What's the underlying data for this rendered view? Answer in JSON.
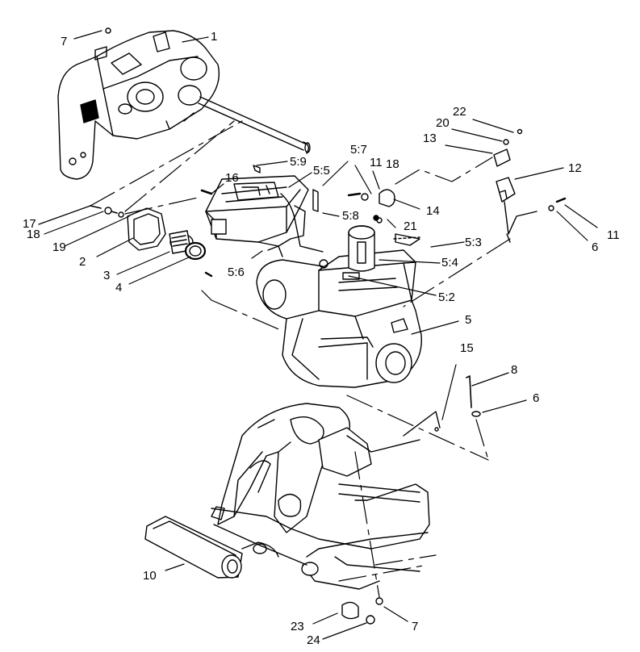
{
  "callouts": {
    "c1": "1",
    "c2": "2",
    "c3": "3",
    "c4": "4",
    "c5": "5",
    "c5_2": "5:2",
    "c5_3": "5:3",
    "c5_4": "5:4",
    "c5_5": "5:5",
    "c5_6": "5:6",
    "c5_7": "5:7",
    "c5_8": "5:8",
    "c5_9": "5:9",
    "c6a": "6",
    "c6b": "6",
    "c7a": "7",
    "c7b": "7",
    "c8": "8",
    "c10": "10",
    "c11a": "11",
    "c11b": "11",
    "c12": "12",
    "c13": "13",
    "c14": "14",
    "c15": "15",
    "c16": "16",
    "c17": "17",
    "c18a": "18",
    "c18b": "18",
    "c19": "19",
    "c20": "20",
    "c21": "21",
    "c22": "22",
    "c23": "23",
    "c24": "24"
  }
}
